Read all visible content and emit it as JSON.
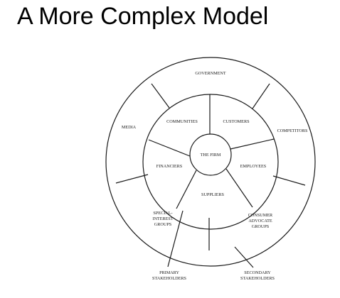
{
  "slide": {
    "title": "A More Complex Model"
  },
  "diagram": {
    "center": "THE FIRM",
    "inner_ring": [
      "COMMUNITIES",
      "CUSTOMERS",
      "EMPLOYEES",
      "SUPPLIERS",
      "FINANCIERS"
    ],
    "outer_ring": {
      "government": "GOVERNMENT",
      "competitors": "COMPETITORS",
      "consumer_advocate": [
        "CONSUMER",
        "ADVOCATE",
        "GROUPS"
      ],
      "special_interest": [
        "SPECIAL-",
        "INTEREST",
        "GROUPS"
      ],
      "media": "MEDIA"
    },
    "legend": {
      "primary": [
        "PRIMARY",
        "STAKEHOLDERS"
      ],
      "secondary": [
        "SECONDARY",
        "STAKEHOLDERS"
      ]
    }
  }
}
